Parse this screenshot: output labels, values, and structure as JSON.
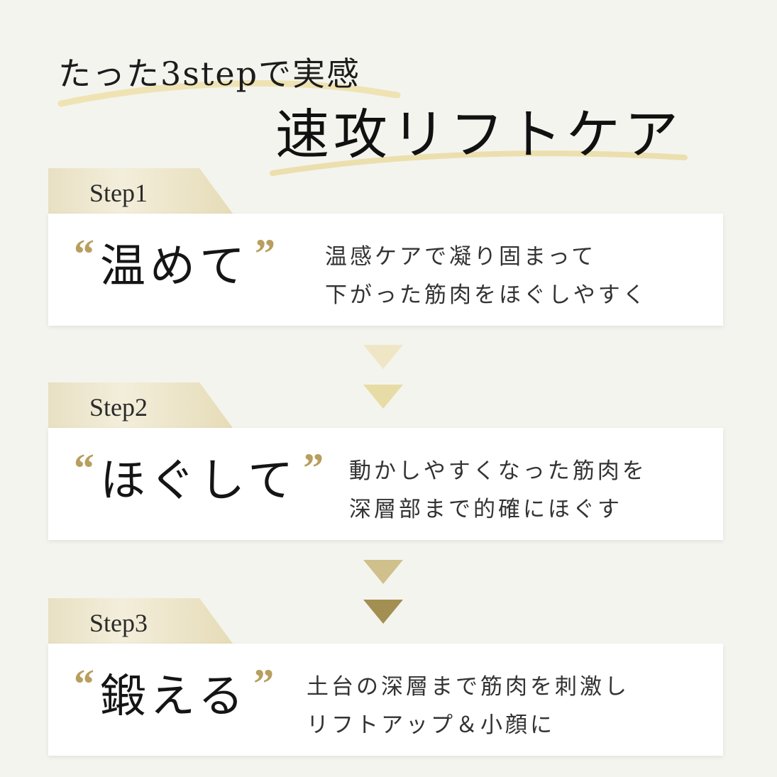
{
  "heading": {
    "line1": "たった3stepで実感",
    "line2": "速攻リフトケア"
  },
  "colors": {
    "background": "#f4f4ee",
    "gold_light": "#f1e9c4",
    "gold_mid": "#e9dca4",
    "gold_dark": "#a38f52",
    "quote_gold": "#b89f5f"
  },
  "steps": [
    {
      "label": "Step1",
      "quote_open": "“",
      "keyword": "温めて",
      "quote_close": "”",
      "desc_line1": "温感ケアで凝り固まって",
      "desc_line2": "下がった筋肉をほぐしやすく"
    },
    {
      "label": "Step2",
      "quote_open": "“",
      "keyword": "ほぐして",
      "quote_close": "”",
      "desc_line1": "動かしやすくなった筋肉を",
      "desc_line2": "深層部まで的確にほぐす"
    },
    {
      "label": "Step3",
      "quote_open": "“",
      "keyword": "鍛える",
      "quote_close": "”",
      "desc_line1": "土台の深層まで筋肉を刺激し",
      "desc_line2": "リフトアップ＆小顔に"
    }
  ]
}
